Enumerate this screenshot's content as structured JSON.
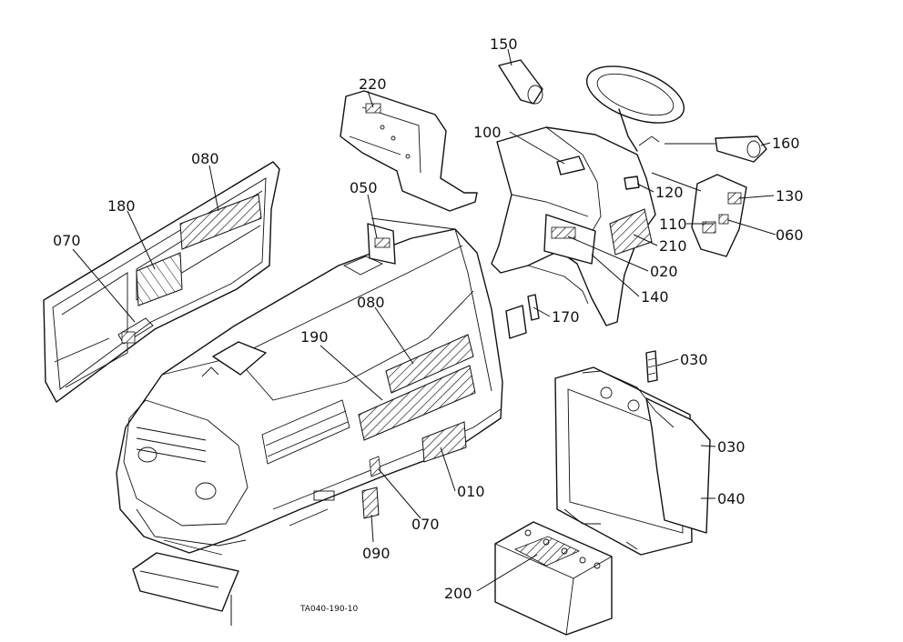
{
  "reference": "TA040-190-10",
  "callouts": [
    {
      "id": "150",
      "label": "150"
    },
    {
      "id": "220",
      "label": "220"
    },
    {
      "id": "100",
      "label": "100"
    },
    {
      "id": "160",
      "label": "160"
    },
    {
      "id": "080a",
      "label": "080"
    },
    {
      "id": "050",
      "label": "050"
    },
    {
      "id": "120",
      "label": "120"
    },
    {
      "id": "130",
      "label": "130"
    },
    {
      "id": "180",
      "label": "180"
    },
    {
      "id": "110",
      "label": "110"
    },
    {
      "id": "060",
      "label": "060"
    },
    {
      "id": "070a",
      "label": "070"
    },
    {
      "id": "210",
      "label": "210"
    },
    {
      "id": "020",
      "label": "020"
    },
    {
      "id": "140",
      "label": "140"
    },
    {
      "id": "080b",
      "label": "080"
    },
    {
      "id": "170",
      "label": "170"
    },
    {
      "id": "190",
      "label": "190"
    },
    {
      "id": "030a",
      "label": "030"
    },
    {
      "id": "030b",
      "label": "030"
    },
    {
      "id": "010",
      "label": "010"
    },
    {
      "id": "040",
      "label": "040"
    },
    {
      "id": "070b",
      "label": "070"
    },
    {
      "id": "090",
      "label": "090"
    },
    {
      "id": "200",
      "label": "200"
    }
  ]
}
